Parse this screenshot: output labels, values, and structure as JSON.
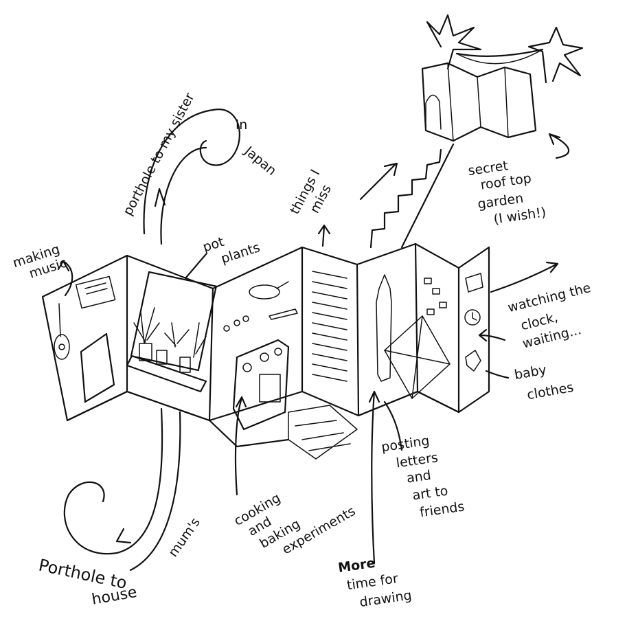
{
  "labels": {
    "making_music": [
      "making",
      "music"
    ],
    "porthole_sister": [
      "porthole to my sister",
      "in",
      "Japan"
    ],
    "pot_plants": [
      "pot",
      "plants"
    ],
    "things_i_miss": [
      "things I",
      "miss"
    ],
    "secret_garden": [
      "secret",
      "roof top",
      "garden",
      "(I wish!)"
    ],
    "watching_clock": [
      "watching the",
      "clock,",
      "waiting..."
    ],
    "baby_clothes": [
      "baby",
      "clothes"
    ],
    "posting_letters": [
      "posting",
      "letters",
      "and",
      "art to",
      "friends"
    ],
    "cooking": [
      "cooking",
      "and",
      "baking",
      "experiments"
    ],
    "more_time": [
      "More",
      "time for",
      "drawing"
    ],
    "porthole_mum": [
      "Porthole to",
      "mum's",
      "house"
    ]
  }
}
